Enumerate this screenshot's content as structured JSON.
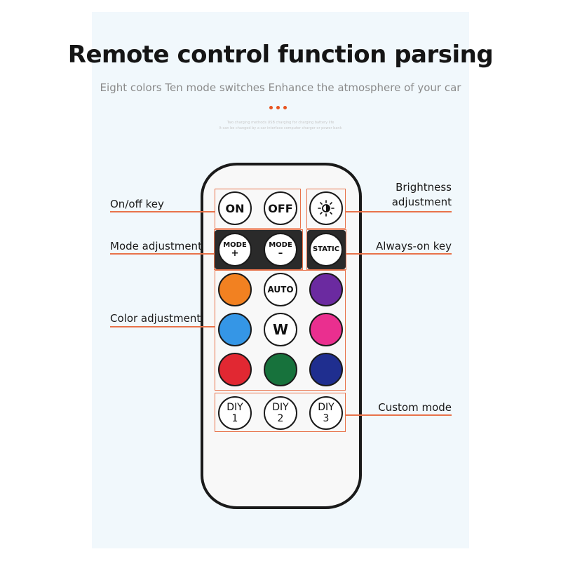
{
  "header": {
    "title": "Remote control function parsing",
    "subtitle": "Eight colors Ten mode switches Enhance the atmosphere of your car",
    "tiny_line1": "Two charging methods USB charging for charging battery life",
    "tiny_line2": "It can be changed by a car interface computer charger or power bank"
  },
  "remote": {
    "on": "ON",
    "off": "OFF",
    "brightness_icon": "brightness-icon",
    "mode_plus_top": "MODE",
    "mode_plus_sign": "+",
    "mode_minus_top": "MODE",
    "mode_minus_sign": "–",
    "static": "STATIC",
    "auto": "AUTO",
    "w": "W",
    "diy1_top": "DIY",
    "diy1_num": "1",
    "diy2_top": "DIY",
    "diy2_num": "2",
    "diy3_top": "DIY",
    "diy3_num": "3"
  },
  "colors": {
    "orange": "#f28121",
    "purple": "#6b2aa0",
    "blue": "#3596e6",
    "pink": "#ea2f8f",
    "red": "#e12832",
    "green": "#17723c",
    "navy": "#1f2e8f",
    "accent": "#e8724a"
  },
  "labels": {
    "onoff": "On/off key",
    "brightness_line1": "Brightness",
    "brightness_line2": "adjustment",
    "mode": "Mode adjustment",
    "always_on": "Always-on key",
    "color": "Color adjustment",
    "custom": "Custom mode"
  }
}
